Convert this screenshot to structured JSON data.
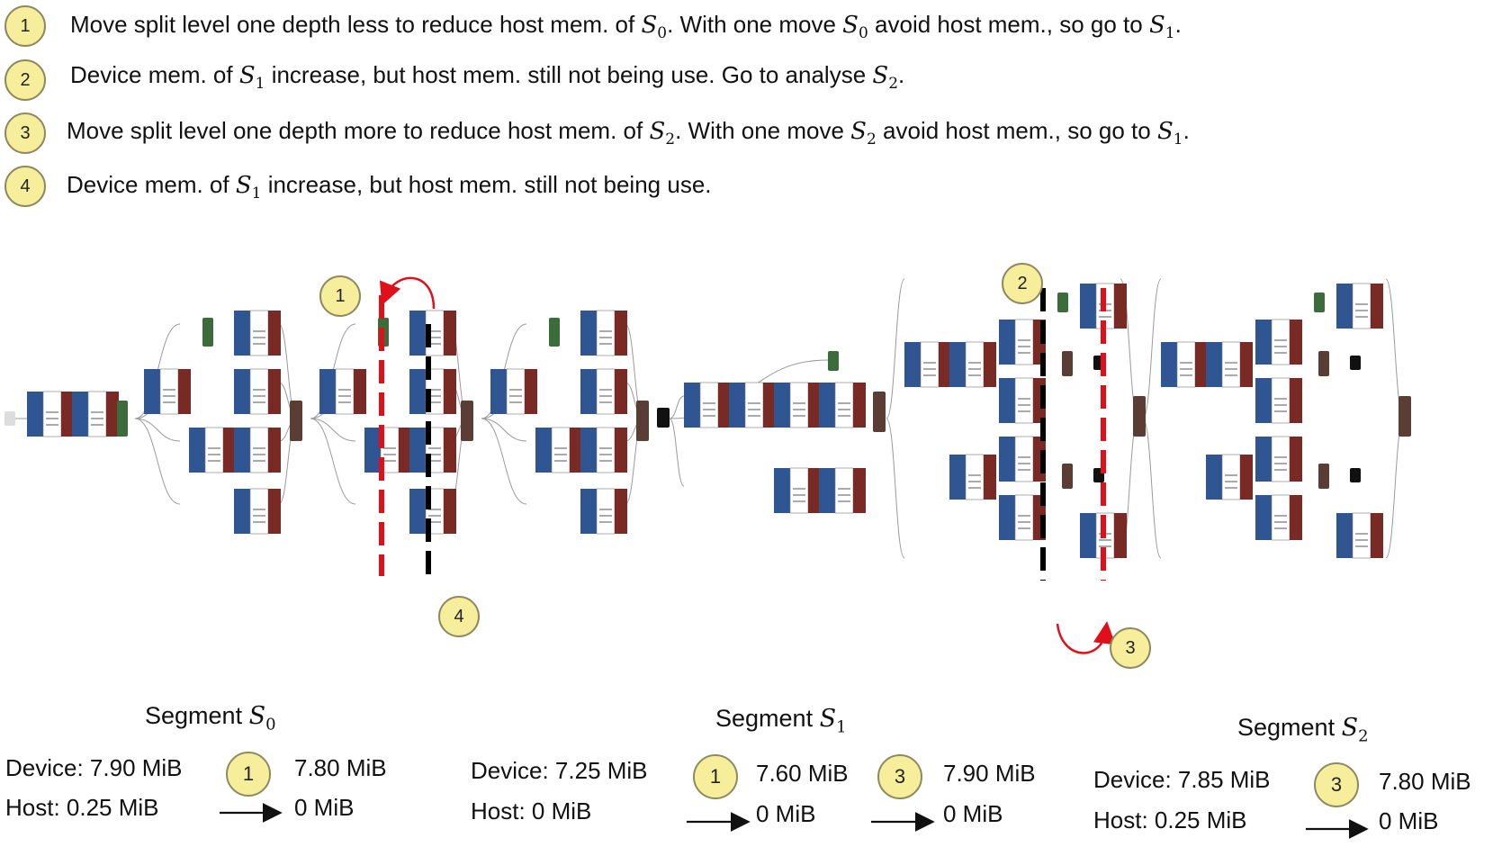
{
  "steps": [
    {
      "num": "1",
      "pre": "Move split level one depth less to reduce host mem. of ",
      "s0": "S",
      "s0sub": "0",
      "mid": ". With one move ",
      "s1": "S",
      "s1sub": "0",
      "mid2": " avoid host mem., so go to ",
      "s2": "S",
      "s2sub": "1",
      "post": "."
    },
    {
      "num": "2",
      "pre": "Device mem. of ",
      "s0": "S",
      "s0sub": "1",
      "mid": " increase, but host mem. still not being use. Go to analyse ",
      "s1": "S",
      "s1sub": "2",
      "post": "."
    },
    {
      "num": "3",
      "pre": "Move split level one depth more to reduce host mem. of ",
      "s0": "S",
      "s0sub": "2",
      "mid": ". With one move ",
      "s1": "S",
      "s1sub": "2",
      "mid2": " avoid host mem., so go to ",
      "s2": "S",
      "s2sub": "1",
      "post": "."
    },
    {
      "num": "4",
      "pre": "Device mem. of ",
      "s0": "S",
      "s0sub": "1",
      "mid": " increase, but host mem. still not being use."
    }
  ],
  "diagram_badges": {
    "b1": "1",
    "b2": "2",
    "b3": "3",
    "b4": "4"
  },
  "segments": {
    "s0": {
      "label": "Segment ",
      "sym": "S",
      "sub": "0",
      "device": "Device: 7.90 MiB",
      "host": "Host: 0.25 MiB",
      "moves": [
        {
          "badge": "1",
          "device": "7.80 MiB",
          "host": "0 MiB"
        }
      ]
    },
    "s1": {
      "label": "Segment ",
      "sym": "S",
      "sub": "1",
      "device": "Device: 7.25 MiB",
      "host": "Host: 0 MiB",
      "moves": [
        {
          "badge": "1",
          "device": "7.60 MiB",
          "host": "0 MiB"
        },
        {
          "badge": "3",
          "device": "7.90 MiB",
          "host": "0 MiB"
        }
      ]
    },
    "s2": {
      "label": "Segment ",
      "sym": "S",
      "sub": "2",
      "device": "Device: 7.85 MiB",
      "host": "Host: 0.25 MiB",
      "moves": [
        {
          "badge": "3",
          "device": "7.80 MiB",
          "host": "0 MiB"
        }
      ]
    }
  },
  "colors": {
    "badge_fill": "#f7ee9c",
    "conv_blue": "#2f5592",
    "relu_red": "#7a2a24",
    "pool_green": "#3c6b3c",
    "concat_brown": "#5a3e36",
    "split_red": "#e0101a",
    "split_black": "#000000"
  }
}
